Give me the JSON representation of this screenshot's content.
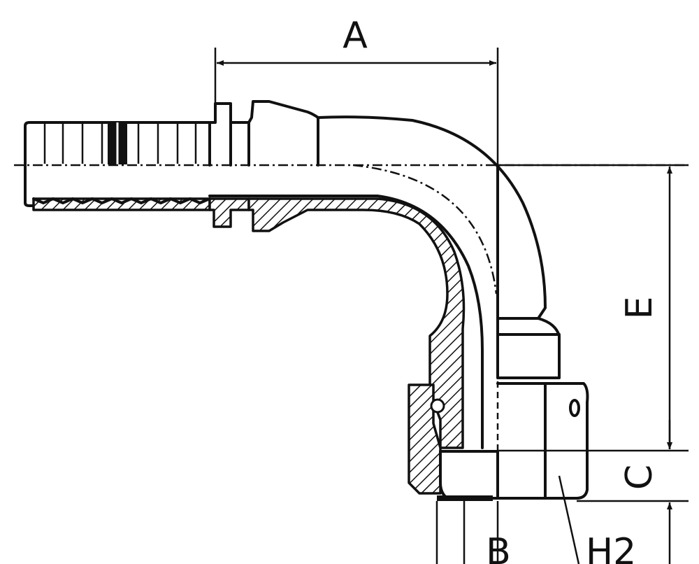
{
  "labels": {
    "A": "A",
    "B": "B",
    "C": "C",
    "E": "E",
    "H2": "H2"
  }
}
